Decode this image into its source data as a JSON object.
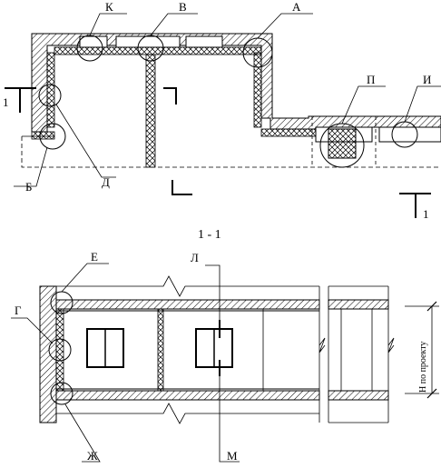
{
  "callouts": {
    "k": "К",
    "v": "В",
    "a": "А",
    "p": "П",
    "i": "И",
    "b": "Б",
    "d": "Д",
    "e": "Е",
    "l": "Л",
    "g": "Г",
    "zh": "Ж",
    "m": "М"
  },
  "section_marks": {
    "left_number": "1",
    "right_number": "1",
    "section_title": "1 - 1"
  },
  "dimension": {
    "height_label": "Н по проекту"
  }
}
